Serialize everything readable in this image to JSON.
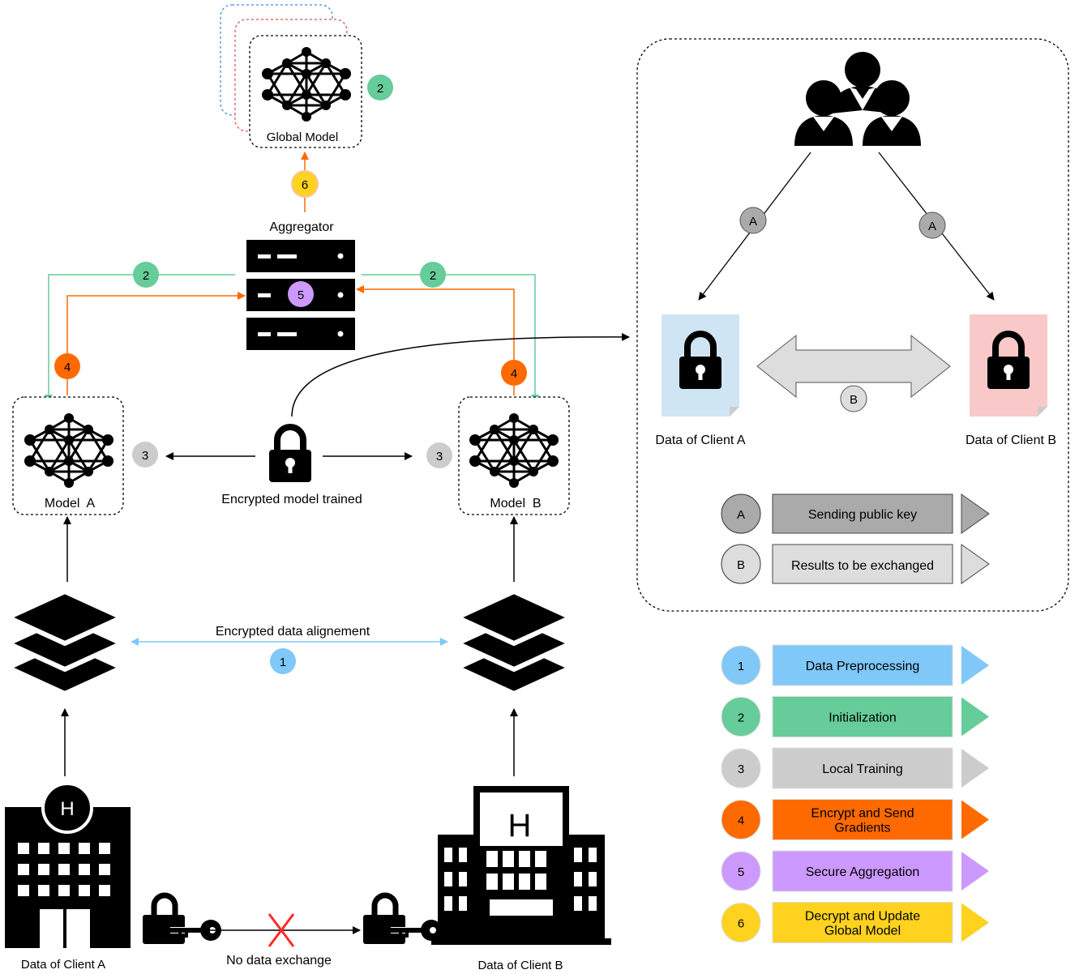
{
  "colors": {
    "step1": "#7fc8f8",
    "step2": "#66cc99",
    "step3": "#cccccc",
    "step4": "#ff6a00",
    "step5": "#cc99ff",
    "step6": "#ffd21f",
    "keyA": "#aaaaaa",
    "keyB": "#dddddd",
    "docA": "#cfe5f3",
    "docB": "#f9c9c9",
    "cross": "#ff2a2a"
  },
  "labels": {
    "global_model": "Global Model",
    "aggregator": "Aggregator",
    "model_a": "Model  A",
    "model_b": "Model  B",
    "encrypted_model_trained": "Encrypted model trained",
    "encrypted_data_alignment": "Encrypted data alignement",
    "data_client_a": "Data of Client A",
    "data_client_b": "Data of Client B",
    "no_data_exchange": "No data exchange",
    "hospital_letter": "H"
  },
  "badges": {
    "global": "2",
    "agg_left": "2",
    "agg_right": "2",
    "agg_center": "5",
    "decrypt": "6",
    "enc_left": "4",
    "enc_right": "4",
    "train_left": "3",
    "train_right": "3",
    "align": "1"
  },
  "inset": {
    "send_a_left": "A",
    "send_a_right": "A",
    "exchange_b": "B",
    "doc_a_label": "Data of Client A",
    "doc_b_label": "Data of Client B",
    "key": [
      {
        "letter": "A",
        "text": "Sending public key"
      },
      {
        "letter": "B",
        "text": "Results to be exchanged"
      }
    ]
  },
  "legend": [
    {
      "num": "1",
      "line1": "Data Preprocessing",
      "line2": ""
    },
    {
      "num": "2",
      "line1": "Initialization",
      "line2": ""
    },
    {
      "num": "3",
      "line1": "Local Training",
      "line2": ""
    },
    {
      "num": "4",
      "line1": "Encrypt and Send",
      "line2": "Gradients"
    },
    {
      "num": "5",
      "line1": "Secure Aggregation",
      "line2": ""
    },
    {
      "num": "6",
      "line1": "Decrypt and Update",
      "line2": "Global Model"
    }
  ]
}
